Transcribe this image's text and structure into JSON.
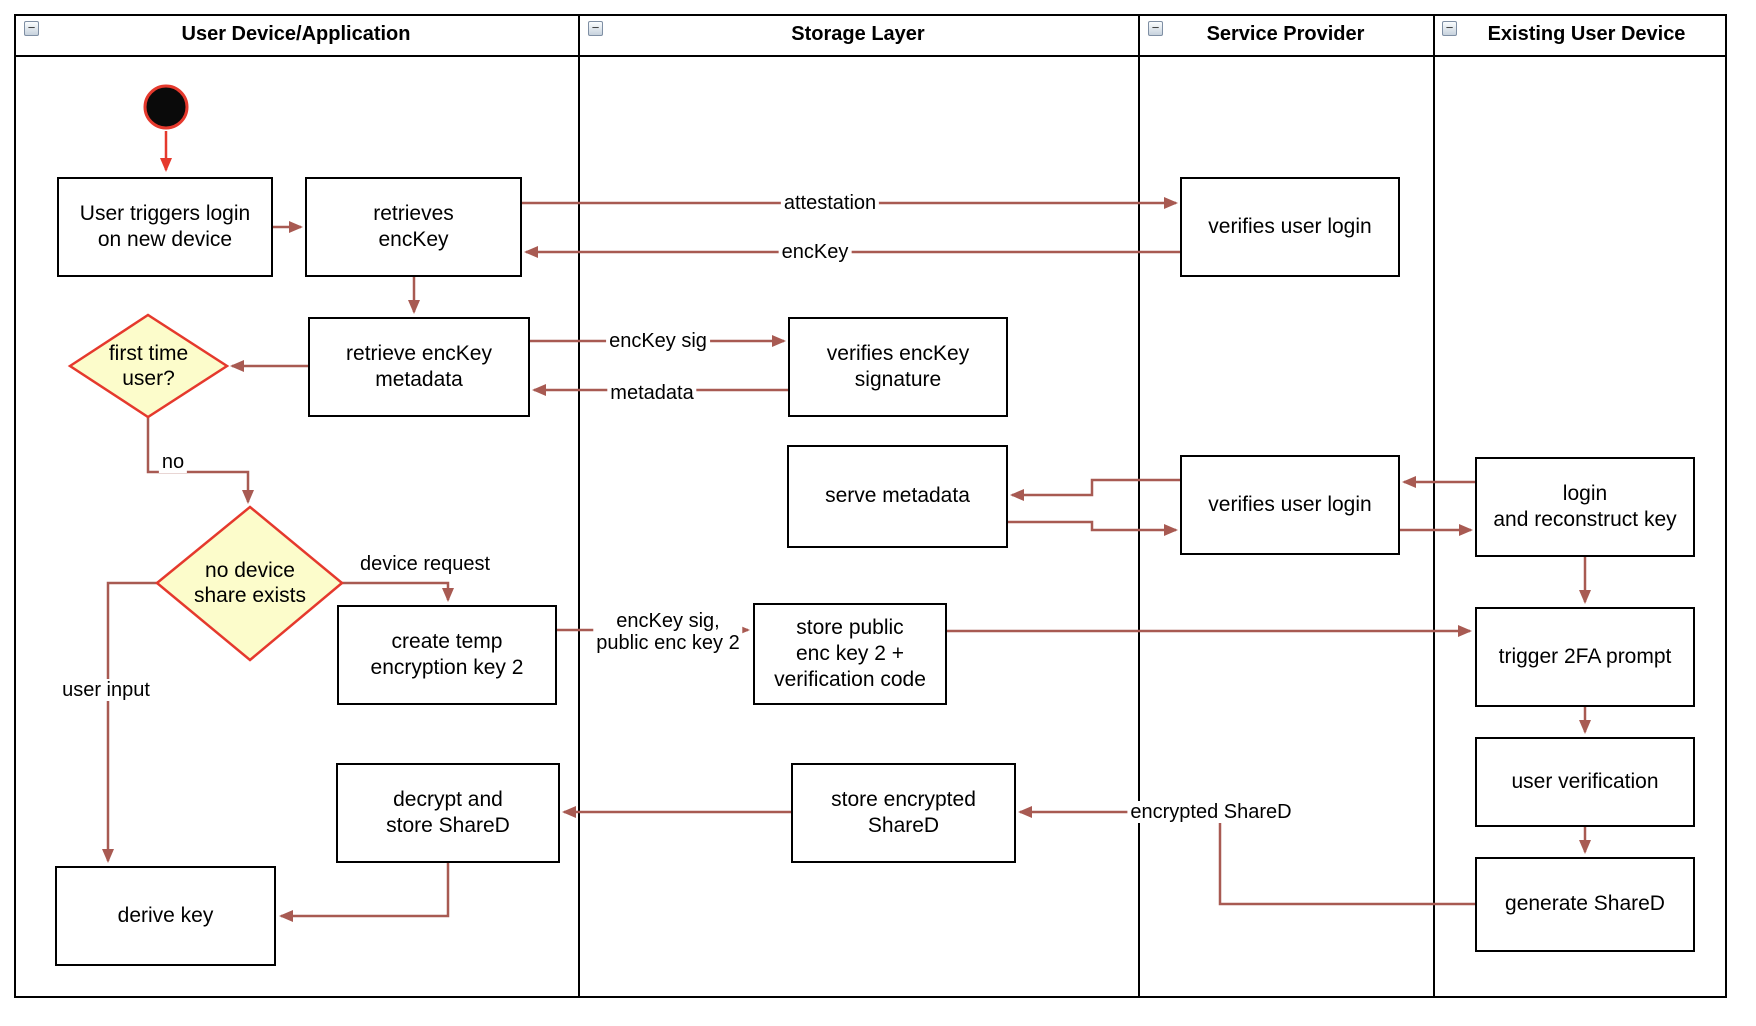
{
  "diagram": {
    "type": "uml-activity-swimlane",
    "collapse_glyph": "−",
    "lanes": [
      {
        "id": "user-device-application",
        "title": "User Device/Application"
      },
      {
        "id": "storage-layer",
        "title": "Storage Layer"
      },
      {
        "id": "service-provider",
        "title": "Service Provider"
      },
      {
        "id": "existing-user-device",
        "title": "Existing User Device"
      }
    ],
    "nodes": {
      "user_triggers": {
        "label": "User triggers login\non new device"
      },
      "retrieves_enckey": {
        "label": "retrieves\nencKey"
      },
      "retrieve_metadata": {
        "label": "retrieve encKey\nmetadata"
      },
      "first_time_user": {
        "label": "first time\nuser?"
      },
      "no_device_share": {
        "label": "no device\nshare exists"
      },
      "create_temp_key": {
        "label": "create temp\nencryption key 2"
      },
      "decrypt_store_shared": {
        "label": "decrypt and\nstore ShareD"
      },
      "derive_key": {
        "label": "derive key"
      },
      "verifies_enckey_sig": {
        "label": "verifies encKey\nsignature"
      },
      "serve_metadata": {
        "label": "serve metadata"
      },
      "store_public_key": {
        "label": "store public\nenc key 2 +\nverification code"
      },
      "store_encrypted_shared": {
        "label": "store encrypted\nShareD"
      },
      "verifies_user_login_1": {
        "label": "verifies user login"
      },
      "verifies_user_login_2": {
        "label": "verifies user login"
      },
      "login_reconstruct": {
        "label": "login\nand reconstruct key"
      },
      "trigger_2fa": {
        "label": "trigger 2FA prompt"
      },
      "user_verification": {
        "label": "user verification"
      },
      "generate_shared": {
        "label": "generate ShareD"
      }
    },
    "edge_labels": {
      "attestation": "attestation",
      "enckey": "encKey",
      "enckey_sig": "encKey sig",
      "metadata": "metadata",
      "no": "no",
      "device_request": "device request",
      "enckey_sig_public": "encKey sig,\npublic enc key 2",
      "user_input": "user input",
      "encrypted_shared": "encrypted ShareD"
    },
    "colors": {
      "arrow": "#a85a52",
      "accent_red": "#e5392d",
      "diamond_fill": "#fcfccb",
      "node_border": "#000000",
      "start_fill": "#0a0a0a"
    }
  }
}
